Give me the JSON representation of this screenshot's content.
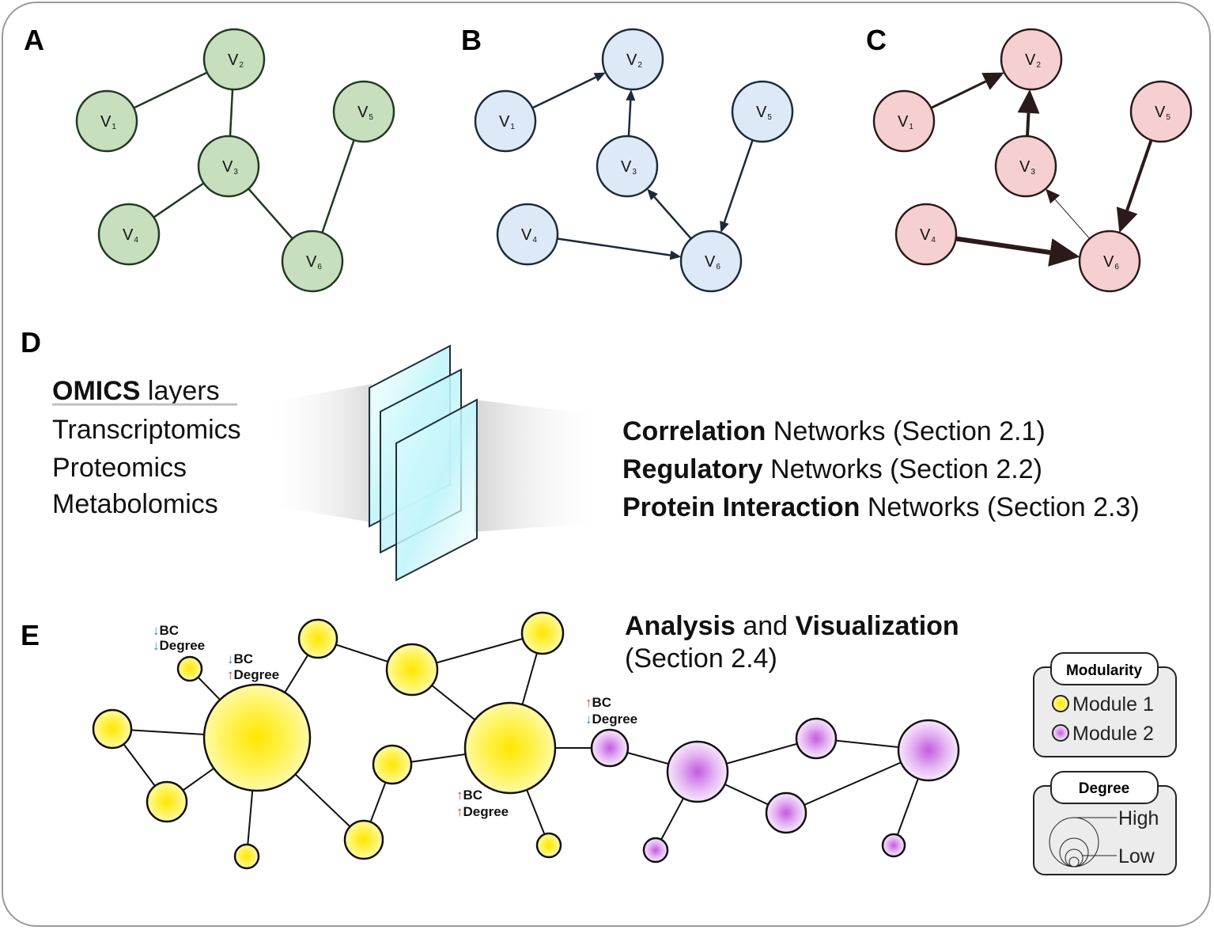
{
  "panels": {
    "A": "A",
    "B": "B",
    "C": "C",
    "D": "D",
    "E": "E"
  },
  "graph_nodes": [
    {
      "id": "v1",
      "base": "V",
      "sub": "1"
    },
    {
      "id": "v2",
      "base": "V",
      "sub": "2"
    },
    {
      "id": "v3",
      "base": "V",
      "sub": "3"
    },
    {
      "id": "v4",
      "base": "V",
      "sub": "4"
    },
    {
      "id": "v5",
      "base": "V",
      "sub": "5"
    },
    {
      "id": "v6",
      "base": "V",
      "sub": "6"
    }
  ],
  "graph_edges": [
    {
      "from": "v1",
      "to": "v2",
      "weight": 3
    },
    {
      "from": "v3",
      "to": "v2",
      "weight": 4
    },
    {
      "from": "v6",
      "to": "v3",
      "weight": 1
    },
    {
      "from": "v5",
      "to": "v6",
      "weight": 4
    },
    {
      "from": "v4",
      "to": "v6",
      "weight": 6
    }
  ],
  "colors": {
    "panel_a_fill": "#c8dfbe",
    "panel_a_stroke": "#1f3a22",
    "panel_b_fill": "#dde9f6",
    "panel_b_stroke": "#1a2a3a",
    "panel_c_fill": "#f6d0d0",
    "panel_c_stroke": "#2a1a1a",
    "module1": "#ffec1a",
    "module2": "#c86fe0",
    "arrow_down": "#1a90d0",
    "arrow_up": "#e03030"
  },
  "omics": {
    "title_bold": "OMICS",
    "title_rest": " layers",
    "layers": [
      "Transcriptomics",
      "Proteomics",
      "Metabolomics"
    ]
  },
  "networks": [
    {
      "bold": "Correlation",
      "rest": " Networks (Section 2.1)"
    },
    {
      "bold": "Regulatory",
      "rest": " Networks (Section 2.2)"
    },
    {
      "bold": "Protein Interaction",
      "rest": " Networks (Section 2.3)"
    }
  ],
  "analysis": {
    "bold1": "Analysis",
    "mid": " and ",
    "bold2": "Visualization",
    "line2": "(Section 2.4)"
  },
  "annotations": [
    {
      "id": "ann1",
      "bc_arrow": "↓",
      "bc": "BC",
      "deg_arrow": "↓",
      "deg": "Degree"
    },
    {
      "id": "ann2",
      "bc_arrow": "↓",
      "bc": "BC",
      "deg_arrow": "↑",
      "deg": "Degree"
    },
    {
      "id": "ann3",
      "bc_arrow": "↑",
      "bc": "BC",
      "deg_arrow": "↓",
      "deg": "Degree"
    },
    {
      "id": "ann4",
      "bc_arrow": "↑",
      "bc": "BC",
      "deg_arrow": "↑",
      "deg": "Degree"
    }
  ],
  "legend_modularity": {
    "title": "Modularity",
    "items": [
      {
        "label": "Module 1",
        "module": 1
      },
      {
        "label": "Module 2",
        "module": 2
      }
    ]
  },
  "legend_degree": {
    "title": "Degree",
    "high": "High",
    "low": "Low"
  }
}
